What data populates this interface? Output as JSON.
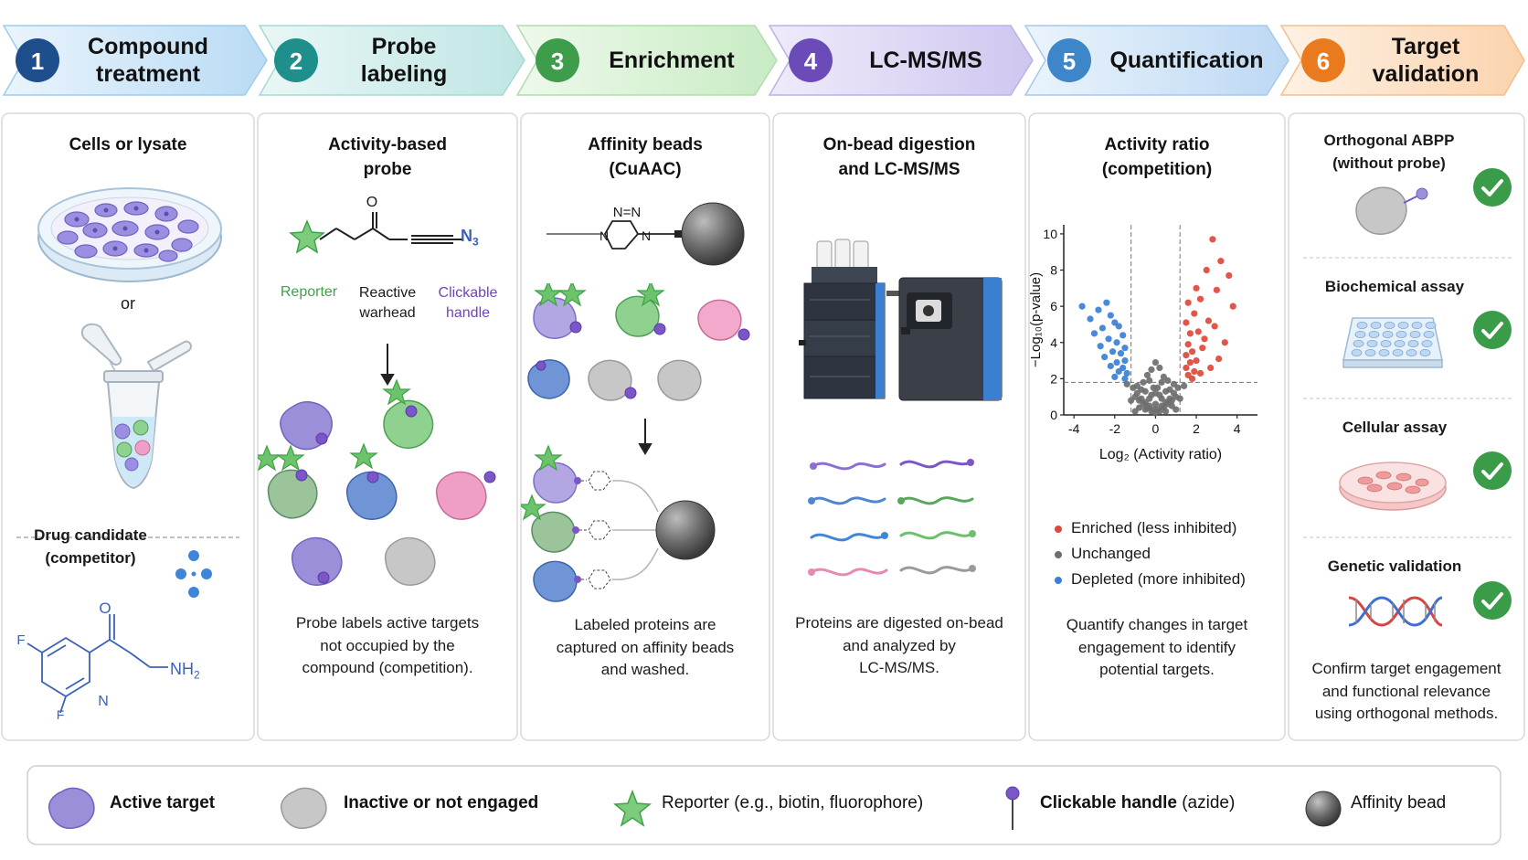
{
  "steps": [
    {
      "num": "1",
      "label": "Compound\ntreatment",
      "color": "#1e4e8c",
      "fill": "#cfe6f7"
    },
    {
      "num": "2",
      "label": "Probe\nlabeling",
      "color": "#1e8f8a",
      "fill": "#d3efef"
    },
    {
      "num": "3",
      "label": "Enrichment",
      "color": "#3e9d4a",
      "fill": "#daf1d7"
    },
    {
      "num": "4",
      "label": "LC-MS/MS",
      "color": "#6b4bb8",
      "fill": "#e2dcf5"
    },
    {
      "num": "5",
      "label": "Quantification",
      "color": "#3d86c9",
      "fill": "#d4e7f7"
    },
    {
      "num": "6",
      "label": "Target\nvalidation",
      "color": "#ea7a1e",
      "fill": "#fde3cb"
    }
  ],
  "panel1": {
    "title": "Cells or lysate",
    "or": "or",
    "drug_title": "Drug candidate\n(competitor)",
    "atoms": {
      "o": "O",
      "f1": "F",
      "f2": "F",
      "n": "N",
      "nh2": "NH",
      "sub2": "2"
    }
  },
  "panel2": {
    "title": "Activity-based\nprobe",
    "o": "O",
    "n3": "N",
    "n3sub": "3",
    "reporter": "Reporter",
    "warhead": "Reactive\nwarhead",
    "handle": "Clickable\nhandle",
    "caption": "Probe labels active targets\nnot occupied by the\ncompound (competition)."
  },
  "panel3": {
    "title": "Affinity beads\n(CuAAC)",
    "triazole_nn": "N=N",
    "triazole_n": "N",
    "caption": "Labeled proteins are\ncaptured on affinity beads\nand washed."
  },
  "panel4": {
    "title": "On-bead digestion\nand LC-MS/MS",
    "caption": "Proteins are digested on-bead\nand analyzed by\nLC-MS/MS."
  },
  "panel5": {
    "title": "Activity ratio\n(competition)",
    "caption": "Quantify changes in target\nengagement to identify\npotential targets.",
    "legend": [
      {
        "label": "Enriched (less inhibited)",
        "color": "#e0483a"
      },
      {
        "label": "Unchanged",
        "color": "#6e6e6e"
      },
      {
        "label": "Depleted (more inhibited)",
        "color": "#3b7fd6"
      }
    ]
  },
  "panel6": {
    "items": [
      {
        "label": "Orthogonal ABPP\n(without probe)"
      },
      {
        "label": "Biochemical assay"
      },
      {
        "label": "Cellular assay"
      },
      {
        "label": "Genetic validation"
      }
    ],
    "caption": "Confirm target engagement\nand functional relevance\nusing orthogonal methods."
  },
  "chart_data": {
    "type": "scatter",
    "title": "",
    "xlabel": "Log₂ (Activity ratio)",
    "ylabel": "−Log₁₀(p-value)",
    "xlim": [
      -4.5,
      5
    ],
    "ylim": [
      0,
      10.5
    ],
    "xticks": [
      "-4",
      "-2",
      "0",
      "2",
      "4"
    ],
    "yticks": [
      "0",
      "2",
      "4",
      "6",
      "8",
      "10"
    ],
    "thresholds": {
      "x": [
        -1.2,
        1.2
      ],
      "y": 1.8
    },
    "series": [
      {
        "name": "Enriched (less inhibited)",
        "color": "#e0483a",
        "x": [
          2.8,
          3.2,
          2.5,
          3.6,
          2.0,
          3.0,
          1.6,
          2.2,
          3.8,
          1.9,
          2.6,
          1.5,
          2.9,
          2.1,
          1.7,
          3.4,
          2.4,
          1.6,
          1.8,
          2.3,
          1.5,
          2.0,
          3.1,
          1.7,
          2.7,
          1.9,
          1.6,
          2.2,
          1.8,
          1.5
        ],
        "y": [
          9.7,
          8.5,
          8.0,
          7.7,
          7.0,
          6.9,
          6.2,
          6.4,
          6.0,
          5.6,
          5.2,
          5.1,
          4.9,
          4.6,
          4.5,
          4.0,
          4.2,
          3.9,
          3.5,
          3.7,
          3.3,
          3.0,
          3.1,
          2.9,
          2.6,
          2.4,
          2.2,
          2.3,
          2.0,
          2.6
        ]
      },
      {
        "name": "Unchanged",
        "color": "#6e6e6e",
        "x": [
          -1.1,
          -0.9,
          -0.7,
          -0.5,
          -0.3,
          -0.1,
          0.1,
          0.3,
          0.5,
          0.7,
          0.9,
          1.1,
          -1.0,
          -0.8,
          -0.6,
          -0.4,
          -0.2,
          0.0,
          0.2,
          0.4,
          0.6,
          0.8,
          1.0,
          -0.9,
          -0.5,
          -0.2,
          0.2,
          0.5,
          0.9,
          -0.7,
          -0.3,
          0.0,
          0.3,
          0.7,
          -0.6,
          -0.1,
          0.1,
          0.6,
          -0.4,
          0.4,
          -0.2,
          0.2,
          0.0,
          -0.8,
          0.8,
          -1.2,
          1.2,
          -1.4,
          1.4,
          -0.3,
          0.3,
          0.0,
          -0.5,
          0.5,
          -1.0,
          1.0
        ],
        "y": [
          1.5,
          1.2,
          0.9,
          0.7,
          0.5,
          0.3,
          0.3,
          0.5,
          0.7,
          0.9,
          1.2,
          1.5,
          1.0,
          0.8,
          0.6,
          0.4,
          0.2,
          0.1,
          0.2,
          0.4,
          0.6,
          0.8,
          1.0,
          1.6,
          1.3,
          1.1,
          1.1,
          1.3,
          1.7,
          1.4,
          0.9,
          0.6,
          0.9,
          1.4,
          1.8,
          1.5,
          1.5,
          1.9,
          2.2,
          2.1,
          2.5,
          2.6,
          2.9,
          0.4,
          0.5,
          0.8,
          0.9,
          1.7,
          1.6,
          1.9,
          1.8,
          1.2,
          0.3,
          0.2,
          0.2,
          0.3
        ]
      },
      {
        "name": "Depleted (more inhibited)",
        "color": "#3b7fd6",
        "x": [
          -2.4,
          -3.6,
          -2.8,
          -2.2,
          -3.2,
          -2.0,
          -1.8,
          -2.6,
          -3.0,
          -1.6,
          -2.3,
          -1.9,
          -2.7,
          -1.5,
          -2.1,
          -1.7,
          -2.5,
          -1.5,
          -1.9,
          -2.2,
          -1.6,
          -1.8,
          -1.4,
          -2.0,
          -1.5
        ],
        "y": [
          6.2,
          6.0,
          5.8,
          5.5,
          5.3,
          5.1,
          4.9,
          4.8,
          4.5,
          4.4,
          4.2,
          4.0,
          3.8,
          3.7,
          3.5,
          3.4,
          3.2,
          3.0,
          2.9,
          2.7,
          2.6,
          2.4,
          2.3,
          2.1,
          2.0
        ]
      }
    ]
  },
  "legend": [
    {
      "bold": "Active target",
      "rest": ""
    },
    {
      "bold": "Inactive or not engaged",
      "rest": ""
    },
    {
      "bold": "",
      "rest": "Reporter (e.g., biotin, fluorophore)"
    },
    {
      "bold": "Clickable handle",
      "rest": " (azide)"
    },
    {
      "bold": "",
      "rest": "Affinity bead"
    }
  ],
  "colors": {
    "purple": "#9c8fd9",
    "green": "#8fd18f",
    "blue": "#6f95d6",
    "pink": "#ef9fc6",
    "gray": "#c7c7c7",
    "handle": "#7a56c9",
    "star": "#5ebf62",
    "reporter_text": "#3ea347",
    "handle_text": "#7045b8",
    "chem": "#3a62b8",
    "check": "#3a9b48"
  },
  "icons": [
    "petri-dish-icon",
    "microtube-icon",
    "lc-ms-instrument-icon",
    "well-plate-icon",
    "dna-icon",
    "check-icon",
    "affinity-bead-icon",
    "star-reporter-icon",
    "clickable-handle-icon"
  ]
}
